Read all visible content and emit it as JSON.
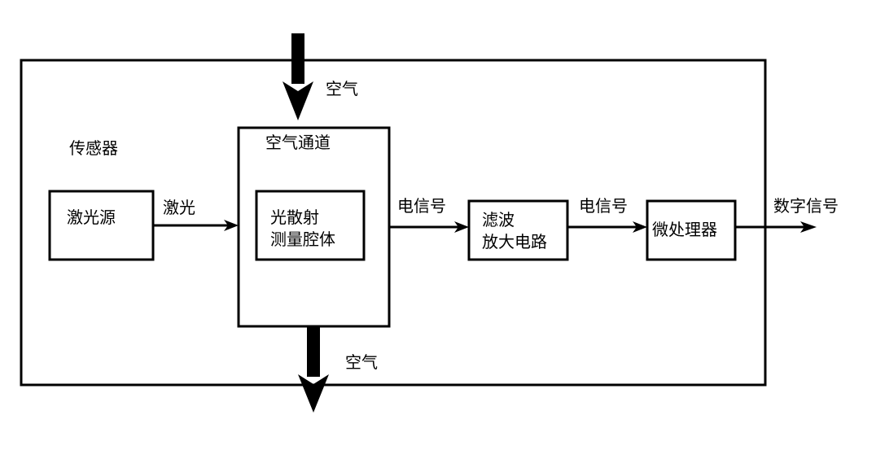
{
  "diagram": {
    "sensor_label": "传感器",
    "air_in_label": "空气",
    "air_out_label": "空气",
    "air_channel_label": "空气通道",
    "laser_source": "激光源",
    "laser_label": "激光",
    "scatter_chamber_line1": "光散射",
    "scatter_chamber_line2": "测量腔体",
    "signal1_label": "电信号",
    "filter_line1": "滤波",
    "filter_line2": "放大电路",
    "signal2_label": "电信号",
    "microprocessor": "微处理器",
    "output_label": "数字信号"
  }
}
